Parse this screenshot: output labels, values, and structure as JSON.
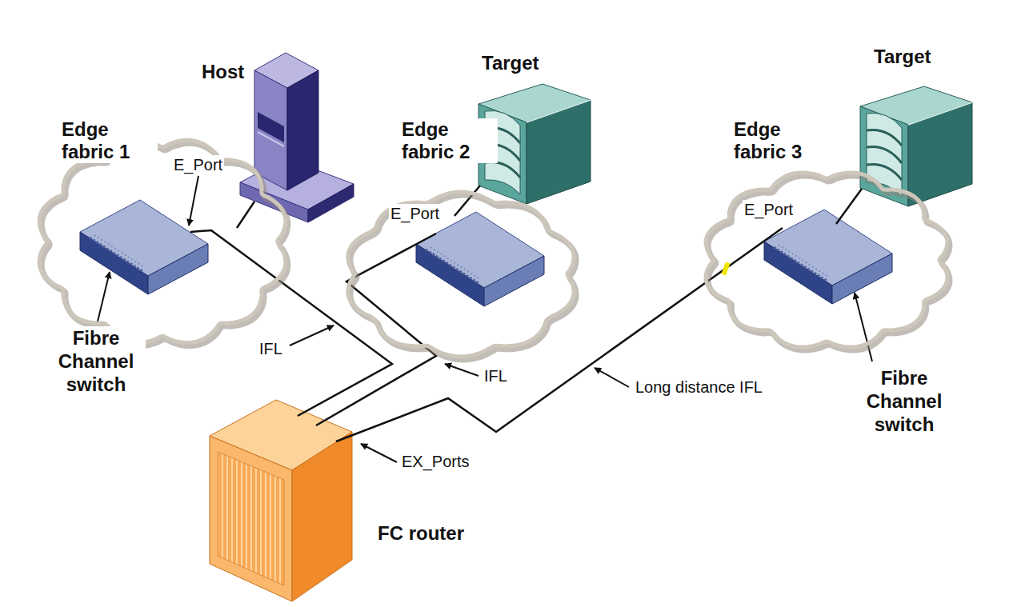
{
  "diagram": {
    "nodes": [
      {
        "text": [
          "Edge fabric 1"
        ]
      },
      {
        "text": [
          "Host"
        ]
      },
      {
        "text": [
          "Edge fabric 2"
        ]
      },
      {
        "text": [
          "Target"
        ]
      },
      {
        "text": [
          "Edge fabric 3"
        ]
      },
      {
        "text": [
          "Target"
        ]
      },
      {
        "text": [
          "FC router"
        ]
      }
    ],
    "edges": [
      {
        "from": 1,
        "to": 0,
        "arrow": "none"
      },
      {
        "from": 3,
        "to": 2,
        "arrow": "none"
      },
      {
        "from": 5,
        "to": 4,
        "arrow": "none"
      },
      {
        "from": 0,
        "to": 6,
        "label": "IFL",
        "arrow": "none"
      },
      {
        "from": 2,
        "to": 6,
        "label": "IFL",
        "arrow": "none"
      },
      {
        "from": 4,
        "to": 6,
        "label": "Long distance IFL",
        "arrow": "none"
      }
    ],
    "labels": [
      "E_Port",
      "E_Port",
      "E_Port",
      "Fibre Channel switch",
      "Fibre Channel switch",
      "EX_Ports"
    ]
  }
}
